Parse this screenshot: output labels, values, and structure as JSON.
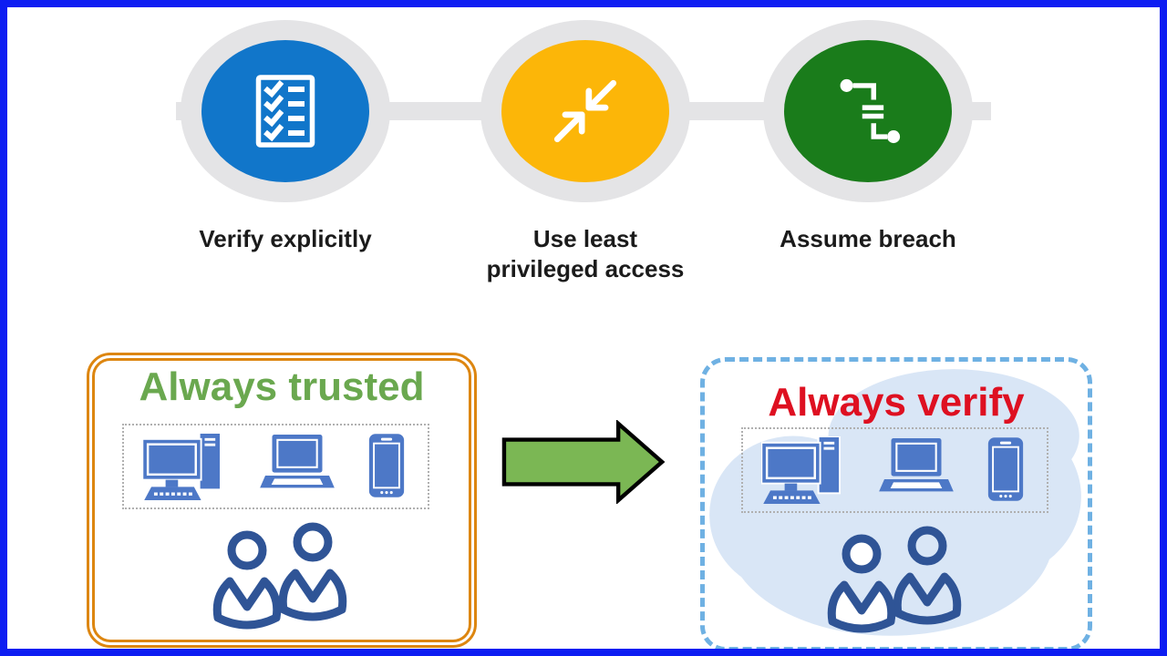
{
  "frame": {
    "border_color": "#0d1df2"
  },
  "principles": {
    "connector_color": "#e4e4e6",
    "items": [
      {
        "label": "Verify explicitly",
        "circle_color": "#1176ca",
        "icon": "checklist-icon"
      },
      {
        "label": "Use least\nprivileged access",
        "circle_color": "#fcb608",
        "icon": "contract-arrows-icon"
      },
      {
        "label": "Assume breach",
        "circle_color": "#1a7c1b",
        "icon": "breach-path-icon"
      }
    ]
  },
  "trusted_box": {
    "title": "Always trusted",
    "title_color": "#6aa84f",
    "border_color": "#dd8610",
    "device_icons": [
      "desktop-computer-icon",
      "laptop-icon",
      "smartphone-icon"
    ],
    "people_icon": "two-people-icon"
  },
  "transition_arrow": {
    "direction": "right",
    "fill_color": "#7bb754",
    "outline_color": "#000000"
  },
  "verify_box": {
    "title": "Always verify",
    "title_color": "#de1021",
    "border_color": "#6fb1e3",
    "cloud_color": "#d9e6f6",
    "device_icons": [
      "desktop-computer-icon",
      "laptop-icon",
      "smartphone-icon"
    ],
    "people_icon": "two-people-icon"
  },
  "palette": {
    "device_blue": "#4d78c7",
    "people_outline_blue": "#2f5496",
    "label_text": "#1b1b1b",
    "ring_gray": "#e4e4e6"
  }
}
